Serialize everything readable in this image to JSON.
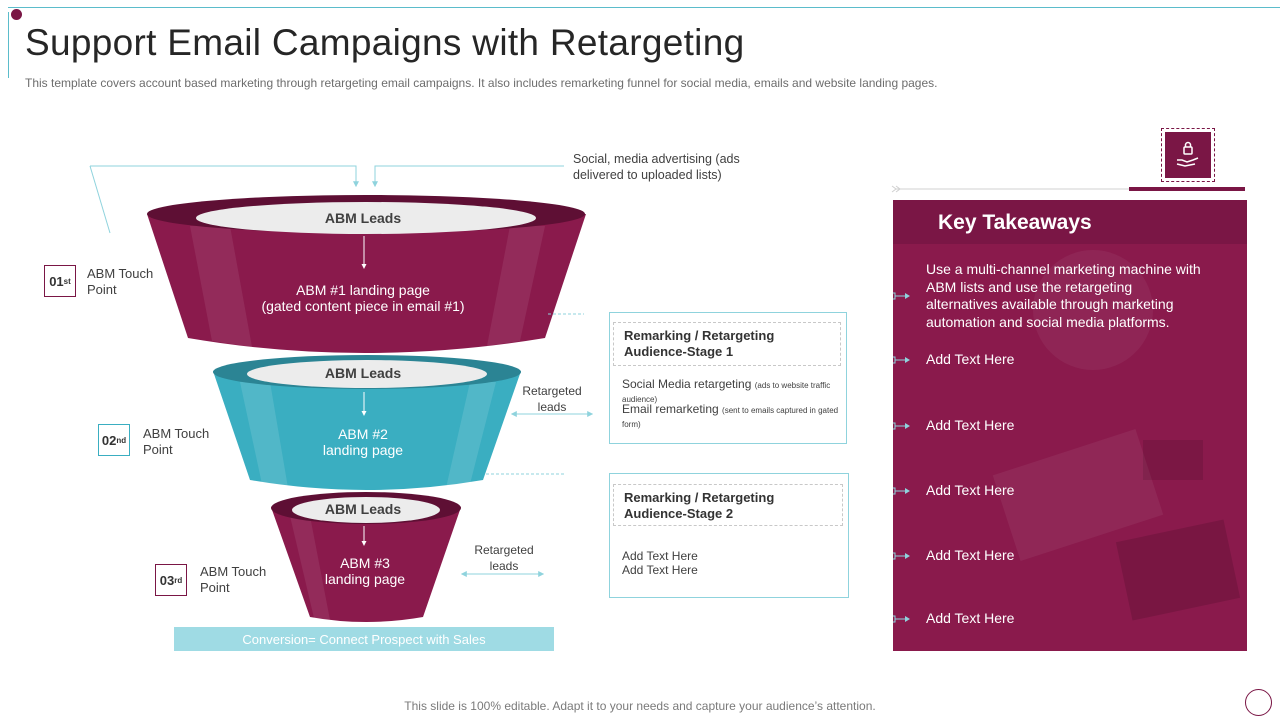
{
  "header": {
    "title": "Support Email Campaigns with Retargeting",
    "subtitle": "This template covers account based marketing through retargeting email campaigns. It also includes remarketing funnel for social media, emails and website landing pages."
  },
  "funnel": {
    "stage1": {
      "head": "ABM Leads",
      "line1": "ABM #1 landing page",
      "line2": "(gated content piece in email #1)"
    },
    "stage2": {
      "head": "ABM Leads",
      "line1": "ABM #2",
      "line2": "landing page"
    },
    "stage3": {
      "head": "ABM Leads",
      "line1": "ABM #3",
      "line2": "landing page"
    },
    "conversion": "Conversion=  Connect Prospect with Sales"
  },
  "touch_points": [
    {
      "num": "01",
      "sup": "st",
      "label_line1": "ABM Touch",
      "label_line2": "Point"
    },
    {
      "num": "02",
      "sup": "nd",
      "label_line1": "ABM Touch",
      "label_line2": "Point"
    },
    {
      "num": "03",
      "sup": "rd",
      "label_line1": "ABM Touch",
      "label_line2": "Point"
    }
  ],
  "notes": {
    "social_line1": "Social, media advertising (ads",
    "social_line2": "delivered  to uploaded lists)",
    "retargeted1_line1": "Retargeted",
    "retargeted1_line2": "leads",
    "retargeted2_line1": "Retargeted",
    "retargeted2_line2": "leads"
  },
  "stages": [
    {
      "head_line1": "Remarking / Retargeting",
      "head_line2": "Audience-Stage 1",
      "item1": "Social Media retargeting",
      "item1_small": "(ads to website traffic audience)",
      "item2": "Email remarketing",
      "item2_small": "(sent to emails captured in gated form)"
    },
    {
      "head_line1": "Remarking / Retargeting",
      "head_line2": "Audience-Stage 2",
      "item1": "Add Text Here",
      "item2": "Add Text Here"
    }
  ],
  "key_takeaways": {
    "title": "Key Takeaways",
    "intro": "Use a multi-channel marketing machine with ABM lists and use the retargeting alternatives available through marketing automation and social media platforms.",
    "items": [
      "Add Text Here",
      "Add Text Here",
      "Add Text Here",
      "Add Text Here",
      "Add Text Here"
    ]
  },
  "footer": "This slide is 100% editable. Adapt it to your needs and capture your audience’s attention.",
  "icons": [
    "hand-lock-icon"
  ],
  "colors": {
    "maroon": "#7a1645",
    "teal": "#3aaec1",
    "light_teal": "#9fdbe4"
  }
}
